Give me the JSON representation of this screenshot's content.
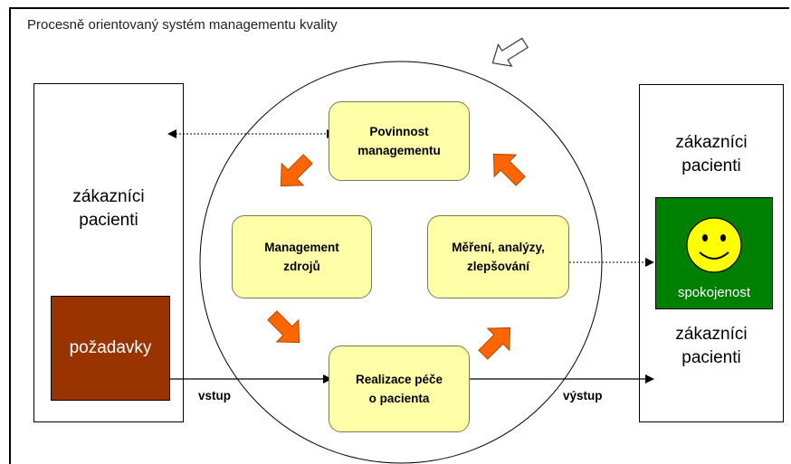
{
  "title": "Procesně orientovaný systém managementu kvality",
  "left_box": {
    "line1": "zákazníci",
    "line2": "pacienti"
  },
  "right_box": {
    "top_line1": "zákazníci",
    "top_line2": "pacienti",
    "bottom_line1": "zákazníci",
    "bottom_line2": "pacienti"
  },
  "requirements_label": "požadavky",
  "satisfaction_label": "spokojenost",
  "processes": {
    "management_duty": "Povinnost\nmanagementu",
    "resources": "Management\nzdrojů",
    "measurement": "Měření, analýzy,\nzlepšování",
    "care": "Realizace péče\no pacienta"
  },
  "flow_in_label": "vstup",
  "flow_out_label": "výstup",
  "colors": {
    "process_fill": "#ffffa8",
    "orange_arrow": "#ff6600",
    "requirements_fill": "#993300",
    "satisfaction_fill": "#008000",
    "smiley_fill": "#ffff00"
  },
  "icons": [
    "rotation-arrow-icon",
    "smiley-face-icon"
  ]
}
